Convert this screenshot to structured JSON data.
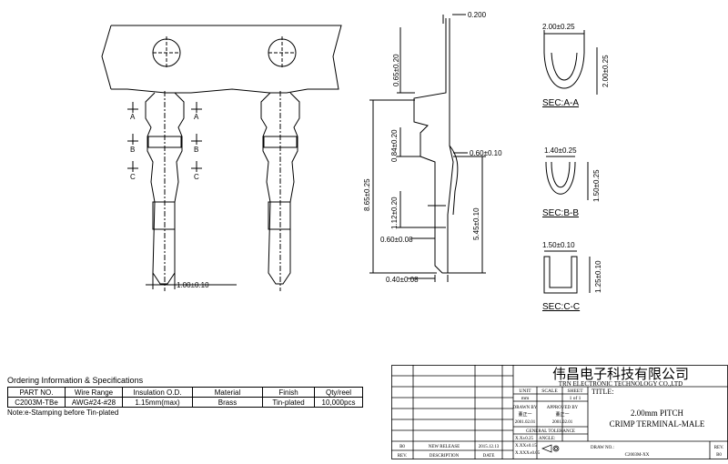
{
  "dimensions": {
    "thickness": "0.200",
    "tab_top": "0.65±0.20",
    "section_a_width": "2.00±0.25",
    "section_a_height": "2.00±0.25",
    "section_b_width": "1.40±0.25",
    "section_b_height": "1.50±0.25",
    "section_c_width": "1.50±0.10",
    "section_c_height": "1.25±0.10",
    "insulation_len": "0.84±0.20",
    "overall_len": "8.65±0.25",
    "mid_len": "1.12±0.20",
    "lower_len": "5.45±0.10",
    "bend": "0.60±0.10",
    "pin_tip": "0.60±0.08",
    "pin_width": "0.40±0.08",
    "pitch_width": "1.00±0.10"
  },
  "section_labels": {
    "a": "SEC:A-A",
    "b": "SEC:B-B",
    "c": "SEC:C-C",
    "cut_a": "A",
    "cut_b": "B",
    "cut_c": "C"
  },
  "ordering": {
    "title": "Ordering Information & Specifications",
    "headers": [
      "PART NO.",
      "Wire Range",
      "Insulation O.D.",
      "Material",
      "Finish",
      "Qty/reel"
    ],
    "row": [
      "C2003M-TBe",
      "AWG#24-#28",
      "1.15mm(max)",
      "Brass",
      "Tin-plated",
      "10,000pcs"
    ],
    "note": "Note:e-Stamping before Tin-plated"
  },
  "title_block": {
    "company_cn": "伟昌电子科技有限公司",
    "company_en": "TRN ELECTRONIC TECHNOLOGY CO.,LTD",
    "unit_label": "UNIT",
    "unit_value": "mm",
    "scale_label": "SCALE",
    "sheet_label": "SHEET",
    "sheet_value": "1 of 1",
    "title_label": "TITLE:",
    "title_line1": "2.00mm PITCH",
    "title_line2": "CRIMP TERMINAL-MALE",
    "drawn_label": "DRAWN BY",
    "drawn_name": "董正一",
    "drawn_date": "2001.02.01",
    "approved_label": "APPROVED BY",
    "approved_name": "董正一",
    "approved_date": "2001.02.01",
    "tolerance_label": "GENERAL TOLERANCE",
    "tol_1": "X.X±0.25",
    "tol_2": "X.XX±0.15",
    "tol_3": "X.XXX±0.05",
    "angle_label": "ANGLE:",
    "rev_code": "B0",
    "rev_desc": "NEW RELEASE",
    "rev_date": "2015.12.13",
    "rev_col": "REV.",
    "desc_col": "DESCRIPTION",
    "date_col": "DATE",
    "dwg_label": "DRAW NO.:",
    "dwg_no": "C2003M-XX",
    "rev_label": "REV.",
    "rev_value": "B0"
  }
}
